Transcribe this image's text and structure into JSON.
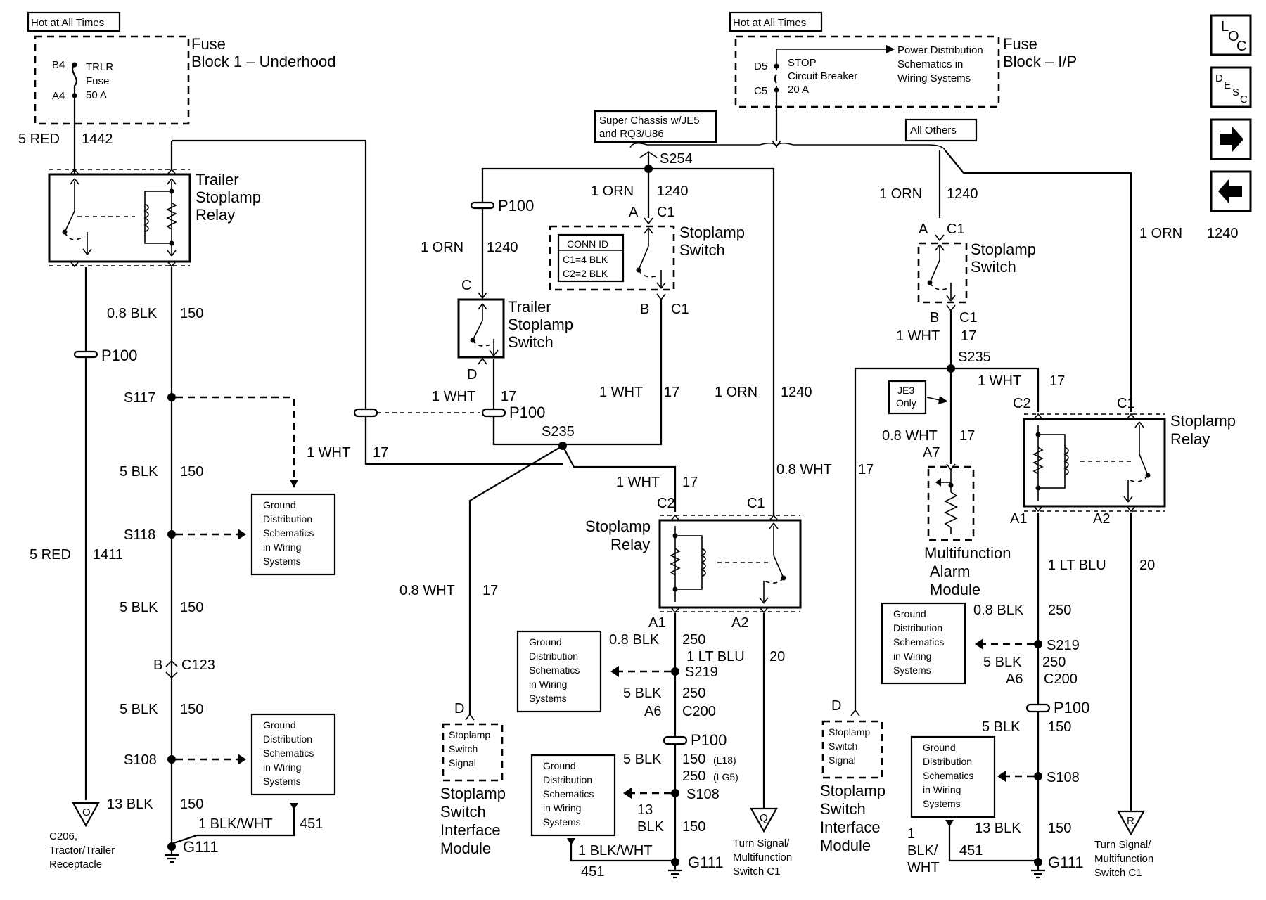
{
  "fuse_ul": {
    "hot": "Hot at All Times",
    "title1": "Fuse",
    "title2": "Block 1 – Underhood",
    "pin_top": "B4",
    "pin_bot": "A4",
    "name1": "TRLR",
    "name2": "Fuse",
    "rating": "50 A"
  },
  "fuse_ip": {
    "hot": "Hot at All Times",
    "title1": "Fuse",
    "title2": "Block – I/P",
    "pin_top": "D5",
    "pin_bot": "C5",
    "name1": "STOP",
    "name2": "Circuit Breaker",
    "rating": "20 A",
    "note1": "Power Distribution",
    "note2": "Schematics in",
    "note3": "Wiring Systems"
  },
  "options": {
    "super1": "Super Chassis w/JE5",
    "super2": "and RQ3/U86",
    "others": "All Others"
  },
  "left": {
    "w_top_a": "5 RED",
    "w_top_b": "1442",
    "relay1": "Trailer",
    "relay2": "Stoplamp",
    "relay3": "Relay",
    "w1a": "0.8 BLK",
    "w1b": "150",
    "p100": "P100",
    "s117": "S117",
    "w2a": "5 BLK",
    "w2b": "150",
    "s118": "S118",
    "w3a": "5 RED",
    "w3b": "1411",
    "w4a": "5 BLK",
    "w4b": "150",
    "conn_b": "B",
    "c123": "C123",
    "w5a": "5 BLK",
    "w5b": "150",
    "s108": "S108",
    "w6a": "13 BLK",
    "w6b": "150",
    "w7a": "1 BLK/WHT",
    "w7b": "451",
    "g111": "G111",
    "term": "O",
    "recept1": "C206,",
    "recept2": "Tractor/Trailer",
    "recept3": "Receptacle",
    "gd": [
      "Ground",
      "Distribution",
      "Schematics",
      "in Wiring",
      "Systems"
    ]
  },
  "mid": {
    "s254": "S254",
    "w_orn_a": "1 ORN",
    "w_orn_b": "1240",
    "pin_a": "A",
    "pin_c1": "C1",
    "p100a": "P100",
    "w_orn2_a": "1 ORN",
    "w_orn2_b": "1240",
    "conn_id": "CONN ID",
    "c1": "C1=4 BLK",
    "c2": "C2=2 BLK",
    "sw1": "Stoplamp",
    "sw2": "Switch",
    "pin_b": "B",
    "pin_c1b": "C1",
    "pin_c": "C",
    "tsw1": "Trailer",
    "tsw2": "Stoplamp",
    "tsw3": "Switch",
    "pin_d": "D",
    "w_wht_a": "1 WHT",
    "w_wht_b": "17",
    "p100b": "P100",
    "w_wht2_a": "1 WHT",
    "w_wht2_b": "17",
    "w_orn3_a": "1 ORN",
    "w_orn3_b": "1240",
    "s235": "S235",
    "w_wht3_a": "1 WHT",
    "w_wht3_b": "17",
    "w_wht4_a": "1 WHT",
    "w_wht4_b": "17",
    "w_wht5_a": "0.8 WHT",
    "w_wht5_b": "17",
    "pin_c2": "C2",
    "pin_c1c": "C1",
    "relay1": "Stoplamp",
    "relay2": "Relay",
    "w_wht6_a": "0.8 WHT",
    "w_wht6_b": "17",
    "pin_a1": "A1",
    "pin_a2": "A2",
    "w_blk_a": "0.8 BLK",
    "w_blk_b": "250",
    "w_lb_a": "1 LT BLU",
    "w_lb_b": "20",
    "s219": "S219",
    "w_blk2_a": "5 BLK",
    "w_blk2_b": "250",
    "pin_a6": "A6",
    "c200": "C200",
    "p100c": "P100",
    "w_blk3_a": "5 BLK",
    "w_blk3_b": "150",
    "l18": "(L18)",
    "w_blk4": "250",
    "lg5": "(LG5)",
    "s108": "S108",
    "w_blk5_a": "13",
    "w_blk5_b": "BLK",
    "w_blk5_c": "150",
    "w_bw_a": "1 BLK/WHT",
    "w_bw_b": "451",
    "g111": "G111",
    "term": "Q",
    "ts1": "Turn Signal/",
    "ts2": "Multifunction",
    "ts3": "Switch C1",
    "sig1": "Stoplamp",
    "sig2": "Switch",
    "sig3": "Signal",
    "ssim1": "Stoplamp",
    "ssim2": "Switch",
    "ssim3": "Interface",
    "ssim4": "Module",
    "gd1": [
      "Ground",
      "Distribution",
      "Schematics",
      "in Wiring",
      "Systems"
    ],
    "gd2": [
      "Ground",
      "Distribution",
      "Schematics",
      "in Wiring",
      "Systems"
    ]
  },
  "right": {
    "w_orn_a": "1 ORN",
    "w_orn_b": "1240",
    "pin_a": "A",
    "pin_c1": "C1",
    "sw1": "Stoplamp",
    "sw2": "Switch",
    "pin_b": "B",
    "pin_c1b": "C1",
    "w_orn2_a": "1 ORN",
    "w_orn2_b": "1240",
    "w_wht_a": "1 WHT",
    "w_wht_b": "17",
    "s235": "S235",
    "w_wht2_a": "1 WHT",
    "w_wht2_b": "17",
    "pin_c2": "C2",
    "pin_c1c": "C1",
    "je3a": "JE3",
    "je3b": "Only",
    "w_wht3_a": "0.8 WHT",
    "w_wht3_b": "17",
    "pin_a7": "A7",
    "mam1": "Multifunction",
    "mam2": "Alarm",
    "mam3": "Module",
    "relay1": "Stoplamp",
    "relay2": "Relay",
    "pin_a1": "A1",
    "pin_a2": "A2",
    "w_lb_a": "1 LT BLU",
    "w_lb_b": "20",
    "w_blk_a": "0.8 BLK",
    "w_blk_b": "250",
    "s219": "S219",
    "w_blk2_a": "5 BLK",
    "w_blk2_b": "250",
    "pin_a6": "A6",
    "c200": "C200",
    "p100": "P100",
    "w_blk3_a": "5 BLK",
    "w_blk3_b": "150",
    "s108": "S108",
    "w_blk4_a": "13 BLK",
    "w_blk4_b": "150",
    "w_bw1": "1",
    "w_bw2": "BLK/",
    "w_bw3": "WHT",
    "w_bw_b": "451",
    "g111": "G111",
    "pin_d": "D",
    "sig1": "Stoplamp",
    "sig2": "Switch",
    "sig3": "Signal",
    "ssim1": "Stoplamp",
    "ssim2": "Switch",
    "ssim3": "Interface",
    "ssim4": "Module",
    "term": "R",
    "ts1": "Turn Signal/",
    "ts2": "Multifunction",
    "ts3": "Switch C1",
    "gd1": [
      "Ground",
      "Distribution",
      "Schematics",
      "in Wiring",
      "Systems"
    ],
    "gd2": [
      "Ground",
      "Distribution",
      "Schematics",
      "in Wiring",
      "Systems"
    ]
  },
  "mid_pin_d": "D",
  "nav": {
    "loc_l": "L",
    "loc_o": "O",
    "loc_c": "C",
    "desc_d": "D",
    "desc_e": "E",
    "desc_s": "S",
    "desc_c": "C",
    "next": "➜",
    "prev": "⬅"
  }
}
